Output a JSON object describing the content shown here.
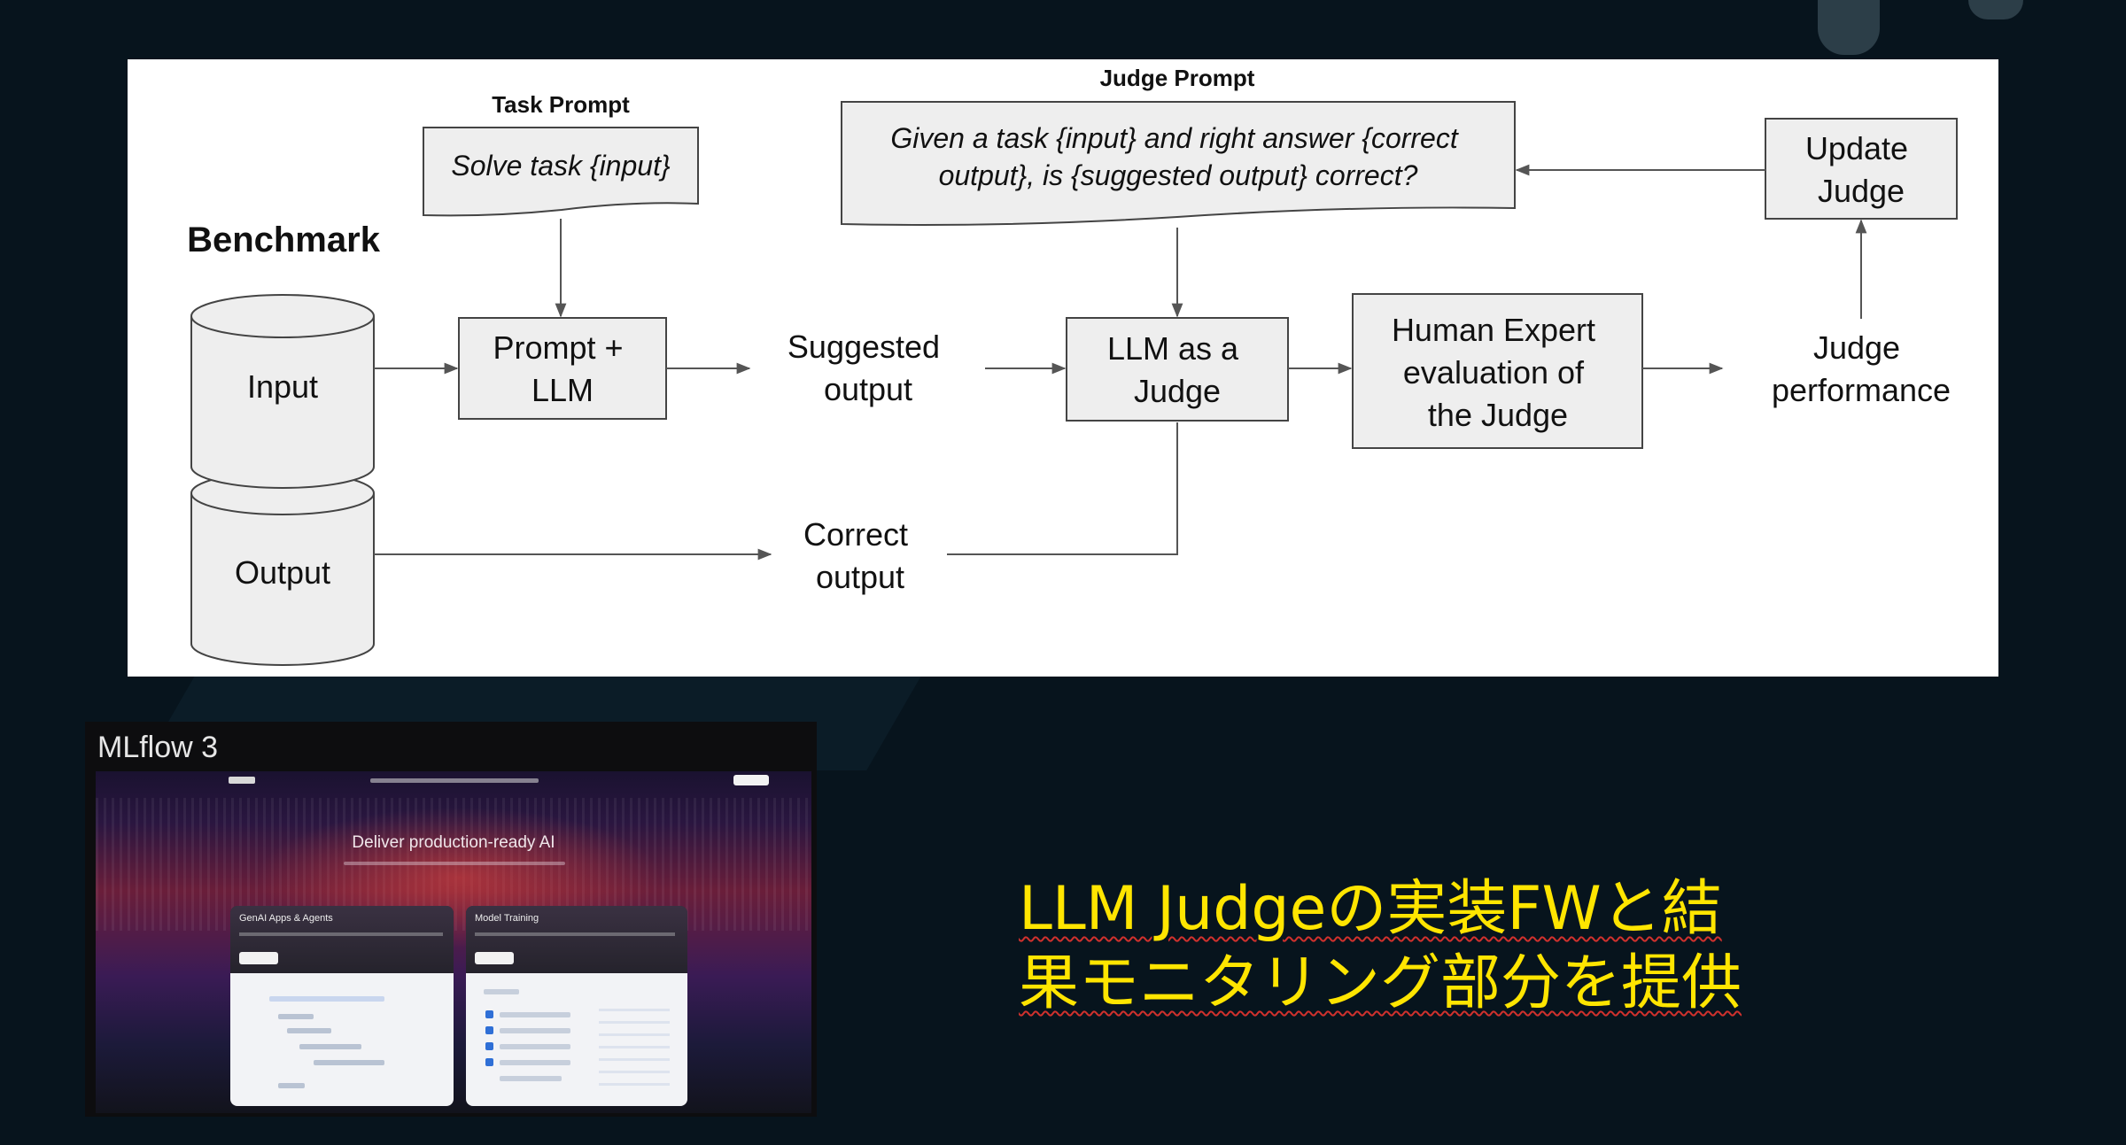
{
  "diagram": {
    "benchmark_label": "Benchmark",
    "input_label": "Input",
    "output_label": "Output",
    "task_prompt_title": "Task Prompt",
    "task_prompt_text": "Solve task {input}",
    "prompt_llm_lines": [
      "Prompt +",
      "LLM"
    ],
    "suggested_output_lines": [
      "Suggested",
      "output"
    ],
    "correct_output_lines": [
      "Correct",
      "output"
    ],
    "judge_prompt_title": "Judge Prompt",
    "judge_prompt_lines": [
      "Given a task {input} and right answer {correct",
      "output}, is {suggested output} correct?"
    ],
    "llm_judge_lines": [
      "LLM as a",
      "Judge"
    ],
    "human_expert_lines": [
      "Human Expert",
      "evaluation of",
      "the Judge"
    ],
    "judge_performance_lines": [
      "Judge",
      "performance"
    ],
    "update_judge_lines": [
      "Update",
      "Judge"
    ]
  },
  "thumbnail": {
    "title": "MLflow 3",
    "hero_text": "Deliver production-ready AI",
    "card_left_title": "GenAI Apps & Agents",
    "card_right_title": "Model Training"
  },
  "caption": {
    "lines": [
      "LLM Judgeの実装FWと結",
      "果モニタリング部分を提供"
    ]
  },
  "colors": {
    "background": "#07141d",
    "caption": "#ffe500",
    "box_fill": "#eeeeee"
  }
}
